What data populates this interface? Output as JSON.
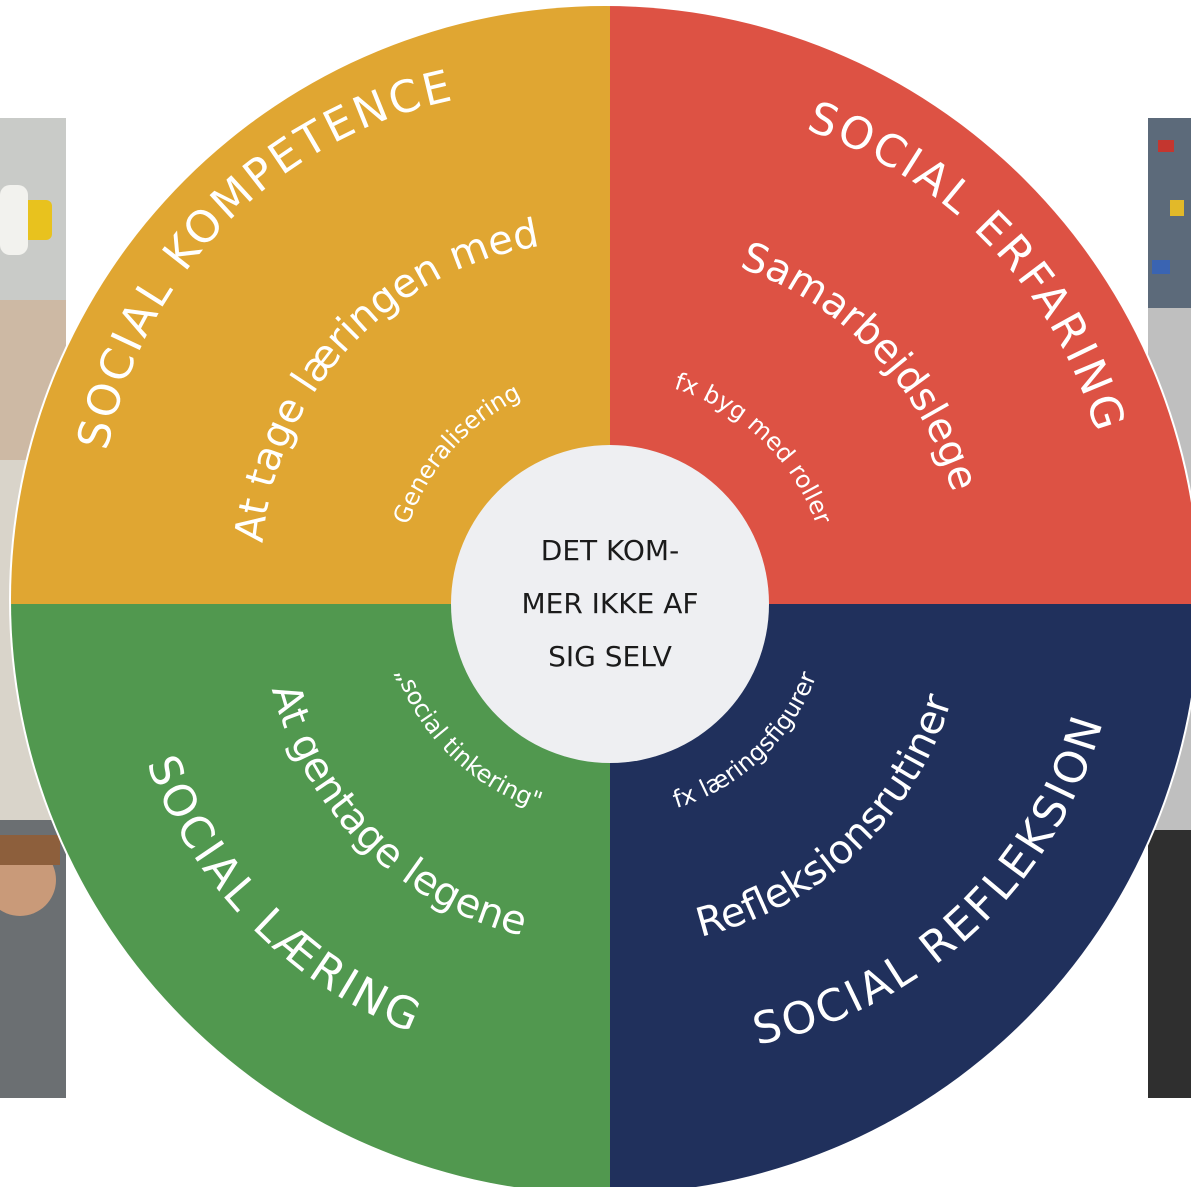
{
  "colors": {
    "top_left": "#e0a632",
    "top_right": "#dd5244",
    "bottom_left": "#51984f",
    "bottom_right": "#20305c",
    "center": "#eeeff2",
    "ring_edge": "#ffffff",
    "text_on_color": "#ffffff",
    "center_text": "#1b1b1b"
  },
  "quadrants": {
    "top_left": {
      "title": "SOCIAL KOMPETENCE",
      "subtitle": "At tage læringen med",
      "detail": "Generalisering"
    },
    "top_right": {
      "title": "SOCIAL ERFARING",
      "subtitle": "Samarbejdslege",
      "detail": "fx byg med roller"
    },
    "bottom_left": {
      "title": "SOCIAL LÆRING",
      "subtitle": "At gentage legene",
      "detail": "„social tinkering\""
    },
    "bottom_right": {
      "title": "SOCIAL REFLEKSION",
      "subtitle": "Refleksionsrutiner",
      "detail": "fx læringsfigurer"
    }
  },
  "center": {
    "lines": [
      "DET KOM-",
      "MER IKKE AF",
      "SIG SELV"
    ]
  },
  "side_photos": {
    "left": "photo-left",
    "right": "photo-right"
  }
}
